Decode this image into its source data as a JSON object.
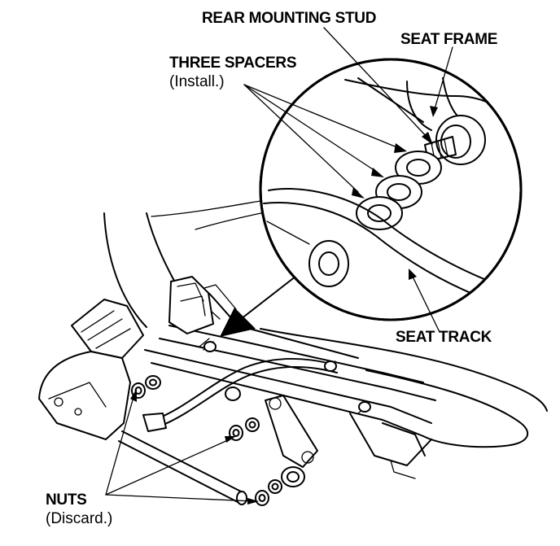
{
  "labels": {
    "rear_mounting_stud": "REAR MOUNTING STUD",
    "seat_frame": "SEAT FRAME",
    "three_spacers": "THREE SPACERS",
    "three_spacers_note": "(Install.)",
    "seat_track": "SEAT TRACK",
    "nuts": "NUTS",
    "nuts_note": "(Discard.)"
  },
  "colors": {
    "ink": "#000000",
    "paper": "#ffffff"
  }
}
